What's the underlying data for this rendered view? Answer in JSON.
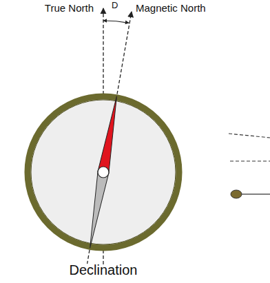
{
  "diagram": {
    "caption": "Declination",
    "labels": [
      "True North",
      "D",
      "Magnetic North"
    ]
  }
}
